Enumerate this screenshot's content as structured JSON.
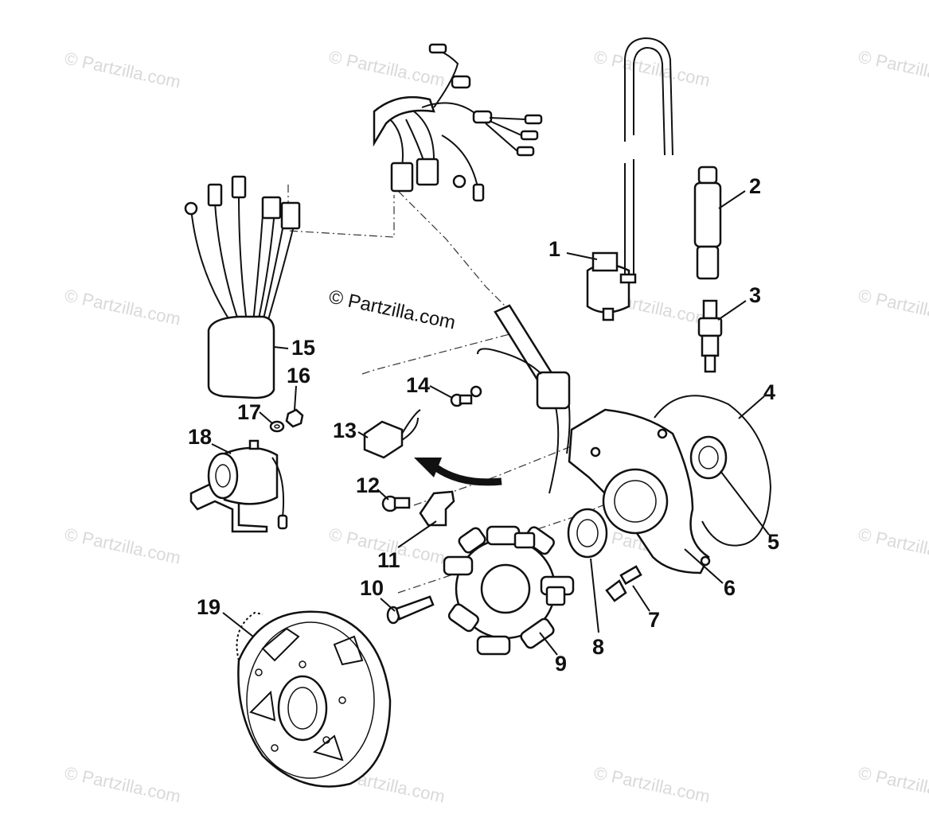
{
  "watermark_text": "© Partzilla.com",
  "credit_text": "© Partzilla.com",
  "callouts": [
    {
      "id": "1",
      "text": "1"
    },
    {
      "id": "2",
      "text": "2"
    },
    {
      "id": "3",
      "text": "3"
    },
    {
      "id": "4",
      "text": "4"
    },
    {
      "id": "5",
      "text": "5"
    },
    {
      "id": "6",
      "text": "6"
    },
    {
      "id": "7",
      "text": "7"
    },
    {
      "id": "8",
      "text": "8"
    },
    {
      "id": "9",
      "text": "9"
    },
    {
      "id": "10",
      "text": "10"
    },
    {
      "id": "11",
      "text": "11"
    },
    {
      "id": "12",
      "text": "12"
    },
    {
      "id": "13",
      "text": "13"
    },
    {
      "id": "14",
      "text": "14"
    },
    {
      "id": "15",
      "text": "15"
    },
    {
      "id": "16",
      "text": "16"
    },
    {
      "id": "17",
      "text": "17"
    },
    {
      "id": "18",
      "text": "18"
    },
    {
      "id": "19",
      "text": "19"
    }
  ]
}
